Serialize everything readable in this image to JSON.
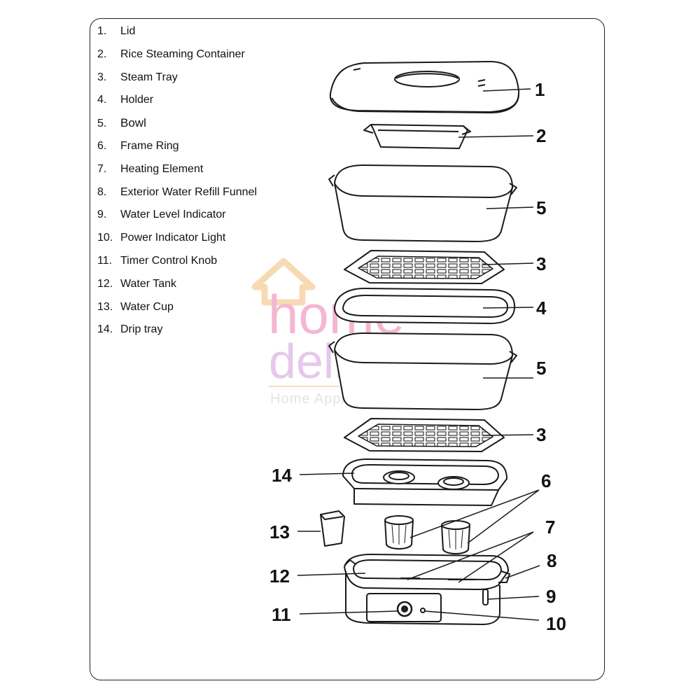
{
  "parts": [
    {
      "num": "1.",
      "name": "Lid"
    },
    {
      "num": "2.",
      "name": "Rice Steaming Container"
    },
    {
      "num": "3.",
      "name": "Steam Tray"
    },
    {
      "num": "4.",
      "name": "Holder"
    },
    {
      "num": "5.",
      "name": "Bowl"
    },
    {
      "num": "6.",
      "name": "Frame Ring"
    },
    {
      "num": "7.",
      "name": "Heating Element"
    },
    {
      "num": "8.",
      "name": "Exterior Water Refill Funnel"
    },
    {
      "num": "9.",
      "name": "Water Level Indicator"
    },
    {
      "num": "10.",
      "name": "Power Indicator Light"
    },
    {
      "num": "11.",
      "name": "Timer Control Knob"
    },
    {
      "num": "12.",
      "name": "Water Tank"
    },
    {
      "num": "13.",
      "name": "Water Cup"
    },
    {
      "num": "14.",
      "name": "Drip tray"
    }
  ],
  "callouts": {
    "lid": "1",
    "rice_container": "2",
    "bowl_top": "5",
    "steam_tray_top": "3",
    "holder": "4",
    "bowl_bottom": "5",
    "steam_tray_bottom": "3",
    "drip_tray": "14",
    "frame_ring": "6",
    "water_cup": "13",
    "heating_element": "7",
    "refill_funnel": "8",
    "water_tank": "12",
    "level_indicator": "9",
    "timer_knob": "11",
    "power_light": "10"
  },
  "watermark": {
    "line1": "home",
    "line2": "delight",
    "line3": "Home Appliances",
    "colors": {
      "home": "#f3b4cf",
      "delight": "#e4c6ea",
      "house": "#f7d9b0",
      "sub": "#e3e3e3"
    }
  }
}
